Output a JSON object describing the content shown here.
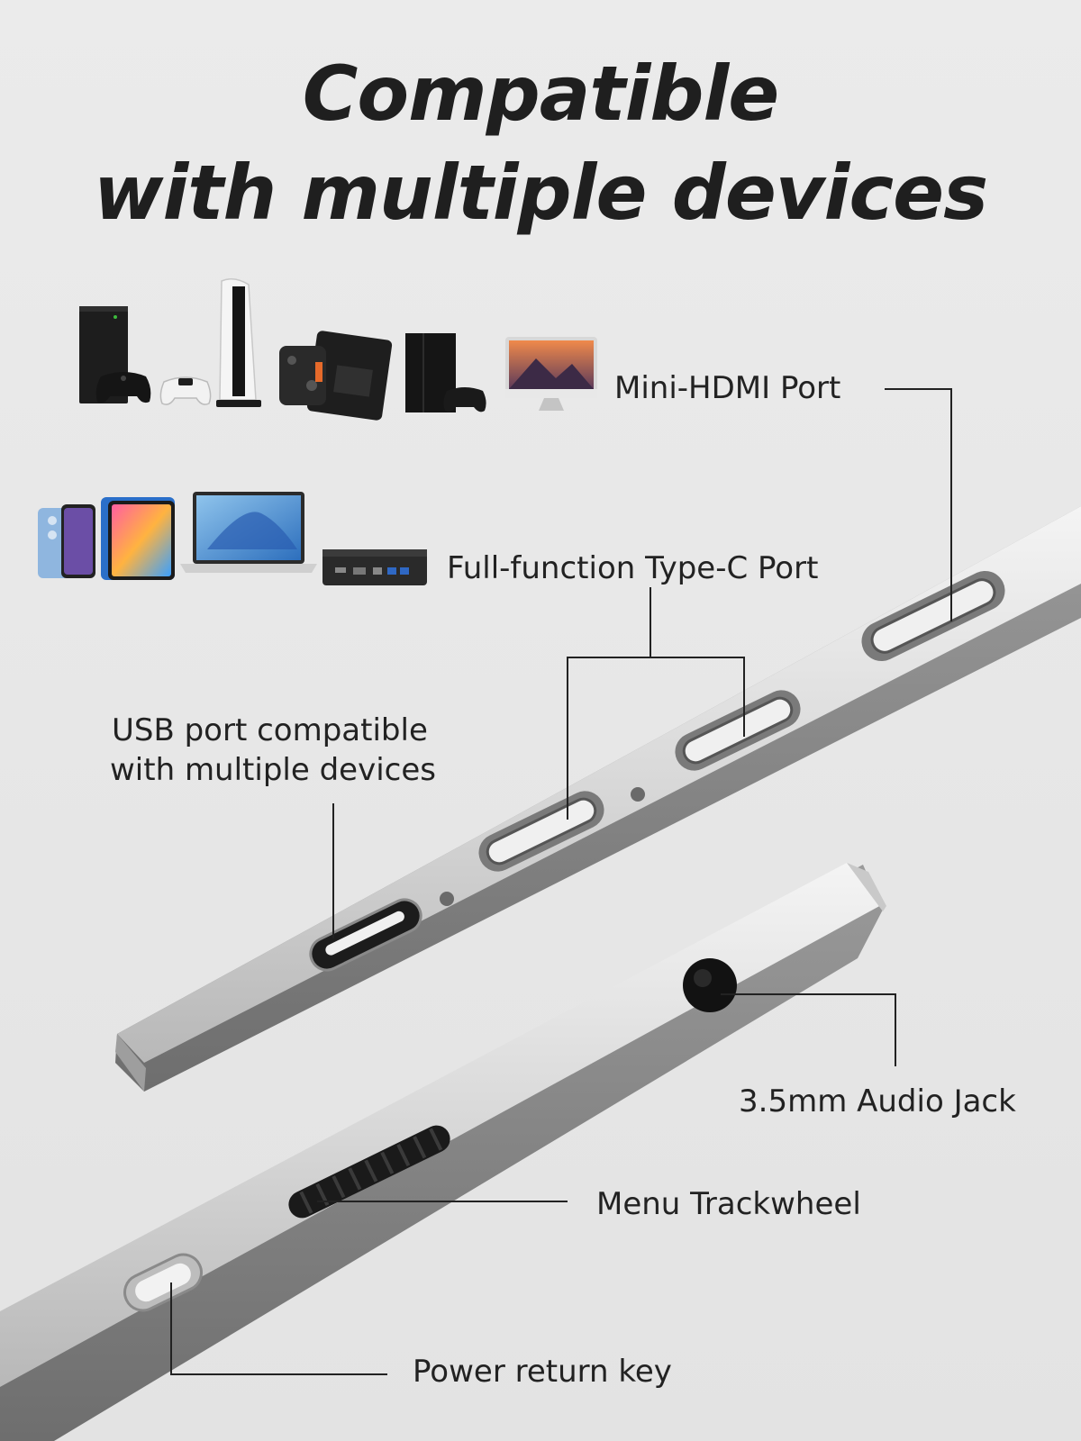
{
  "headline": {
    "line1": "Compatible",
    "line2": "with multiple devices"
  },
  "callouts": {
    "mini_hdmi": "Mini-HDMI Port",
    "type_c": "Full-function Type-C Port",
    "usb_line1": "USB port compatible",
    "usb_line2": "with multiple devices",
    "audio": "3.5mm Audio Jack",
    "trackwheel": "Menu Trackwheel",
    "power": "Power return key"
  },
  "devices_row1": [
    "xbox-series-x",
    "ps5-controller",
    "ps5-console",
    "handheld-console",
    "ps4-console",
    "imac"
  ],
  "devices_row2": [
    "smartphone",
    "tablet",
    "laptop",
    "mini-pc"
  ],
  "colors": {
    "background": "#e6e6e6",
    "text": "#222222",
    "device_silver": "#d9d9d9",
    "port_dark": "#1c1c1c"
  }
}
